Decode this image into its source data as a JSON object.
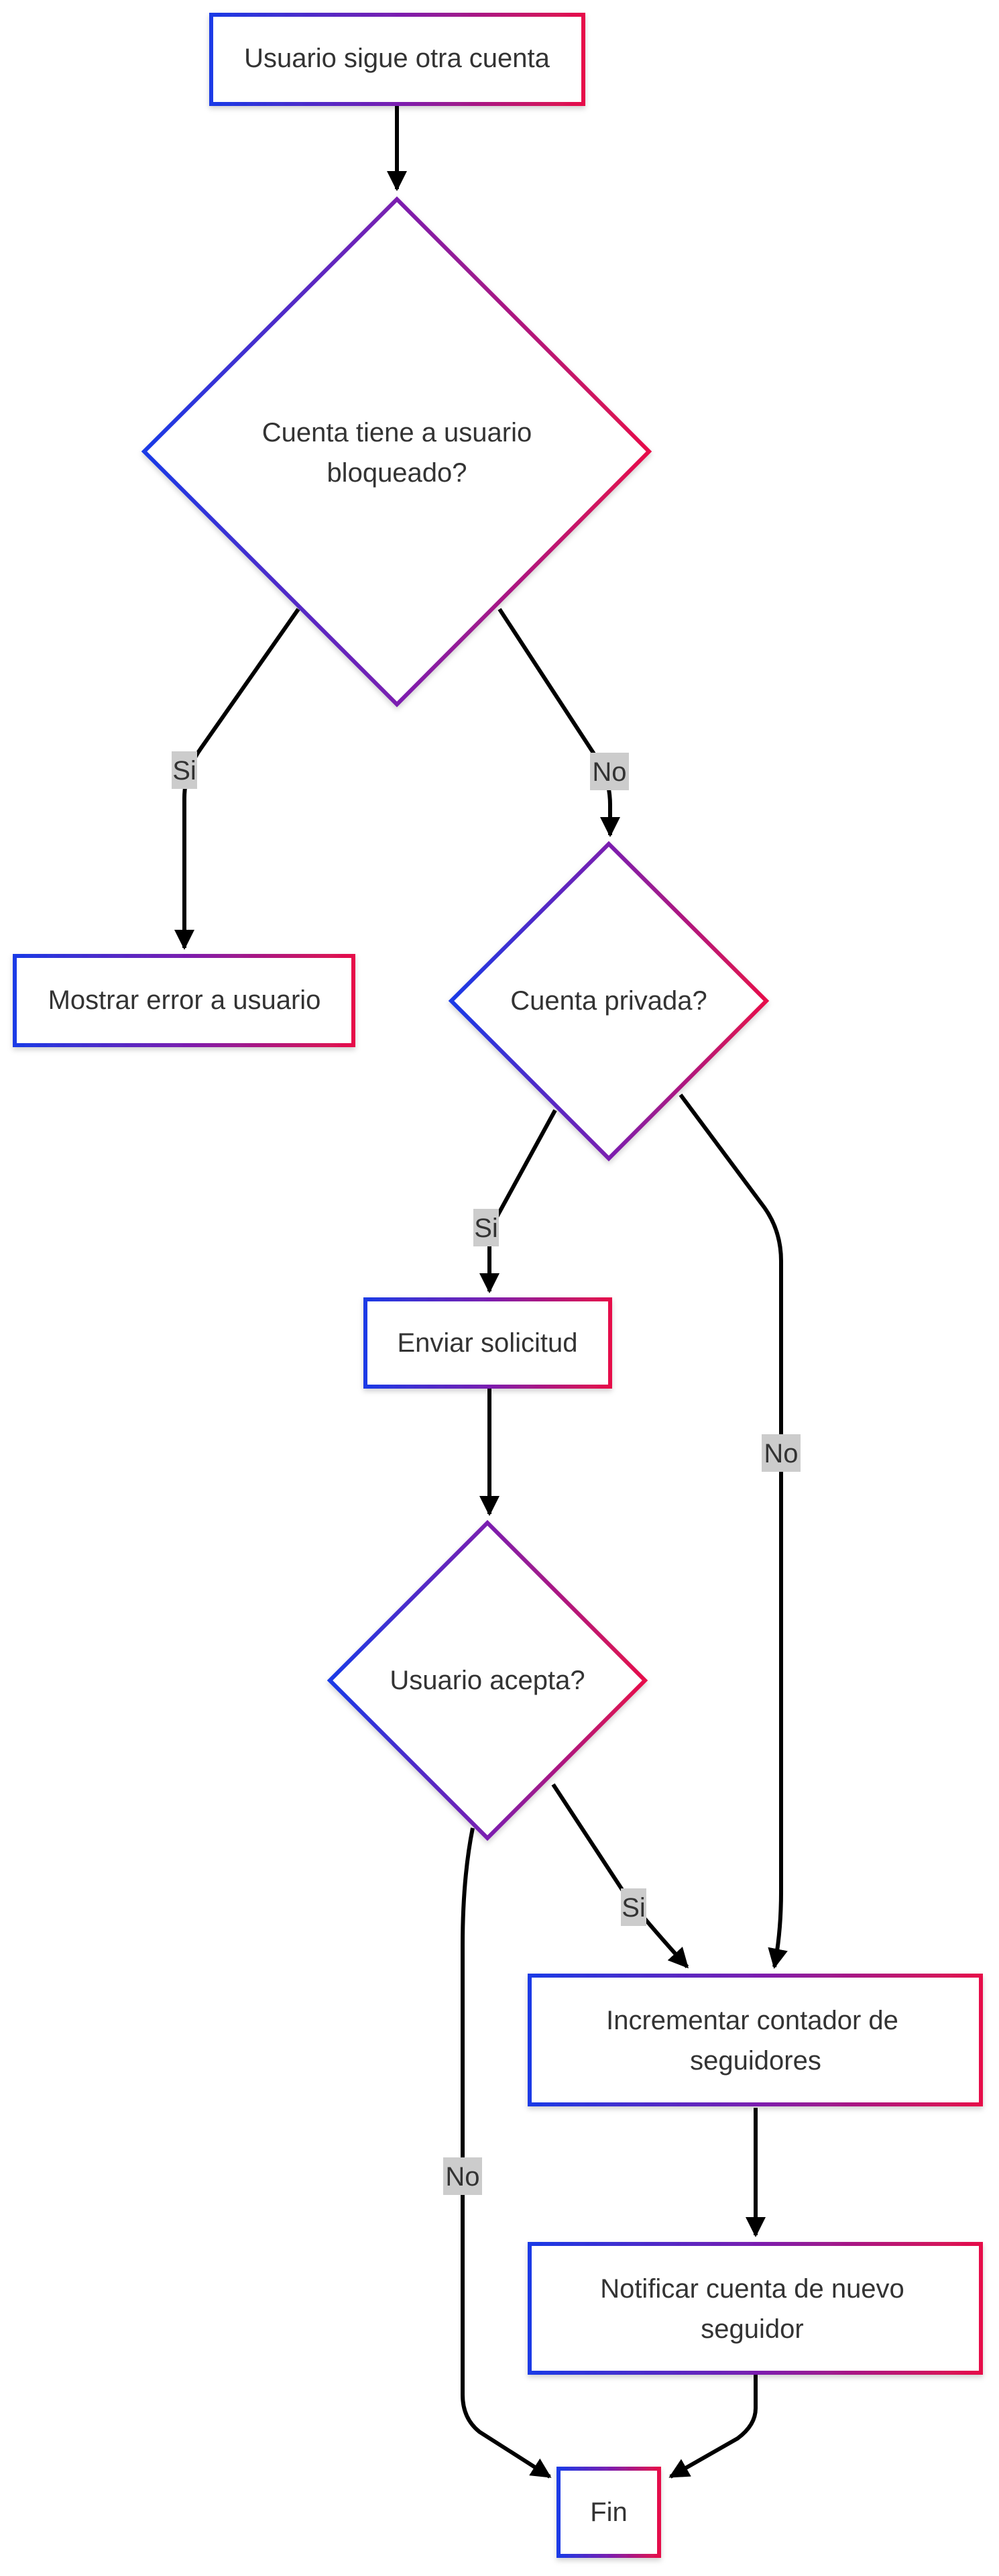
{
  "colors": {
    "gradient_start": "#1a3ae6",
    "gradient_mid": "#7a1fb0",
    "gradient_end": "#e6104a",
    "edge": "#000000",
    "edge_label_bg": "#cccccc",
    "text": "#333333"
  },
  "nodes": {
    "start": {
      "label": "Usuario sigue otra cuenta"
    },
    "blocked_check": {
      "label_line1": "Cuenta tiene a usuario",
      "label_line2": "bloqueado?"
    },
    "show_error": {
      "label": "Mostrar error a usuario"
    },
    "private_check": {
      "label": "Cuenta privada?"
    },
    "send_request": {
      "label": "Enviar solicitud"
    },
    "accept_check": {
      "label": "Usuario acepta?"
    },
    "increment": {
      "label_line1": "Incrementar contador de",
      "label_line2": "seguidores"
    },
    "notify": {
      "label_line1": "Notificar cuenta de nuevo",
      "label_line2": "seguidor"
    },
    "end": {
      "label": "Fin"
    }
  },
  "edges": {
    "blocked_yes": "Si",
    "blocked_no": "No",
    "private_yes": "Si",
    "private_no": "No",
    "accept_yes": "Si",
    "accept_no": "No"
  }
}
